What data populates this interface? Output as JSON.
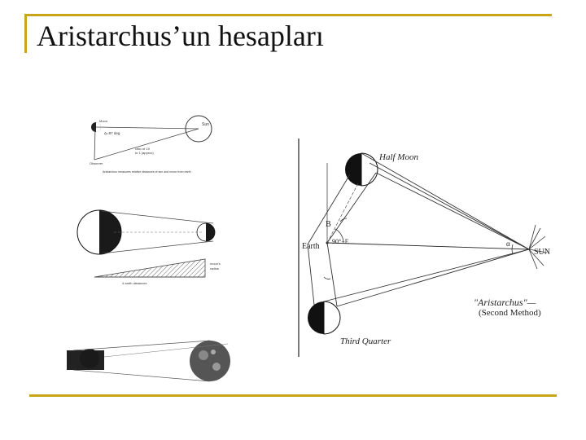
{
  "slide": {
    "title": "Aristarchus’un hesapları"
  },
  "figure_left": {
    "top_panel": {
      "sun_label": "Sun",
      "moon_label": "Moon",
      "earth_label": "Observer",
      "angle_label": "Δ=87 deg",
      "side_label_1": "ratio of 19",
      "side_label_2": "to 1 (approx)",
      "caption": "Aristarchus measures relative distances of sun and moon from earth"
    },
    "middle_panel": {
      "label_1": "moon's",
      "label_2": "radius",
      "label_3": "4 earth distances"
    }
  },
  "figure_right": {
    "half_moon": "Half Moon",
    "earth": "Earth",
    "angle_b": "B",
    "angle_eq": "90°−E",
    "sun": "SUN",
    "alpha": "α",
    "third_quarter": "Third Quarter",
    "caption_1": "\"Aristarchus\"—",
    "caption_2": "(Second Method)"
  },
  "colors": {
    "accent": "#c8a61a",
    "ink": "#1a1a1a"
  }
}
